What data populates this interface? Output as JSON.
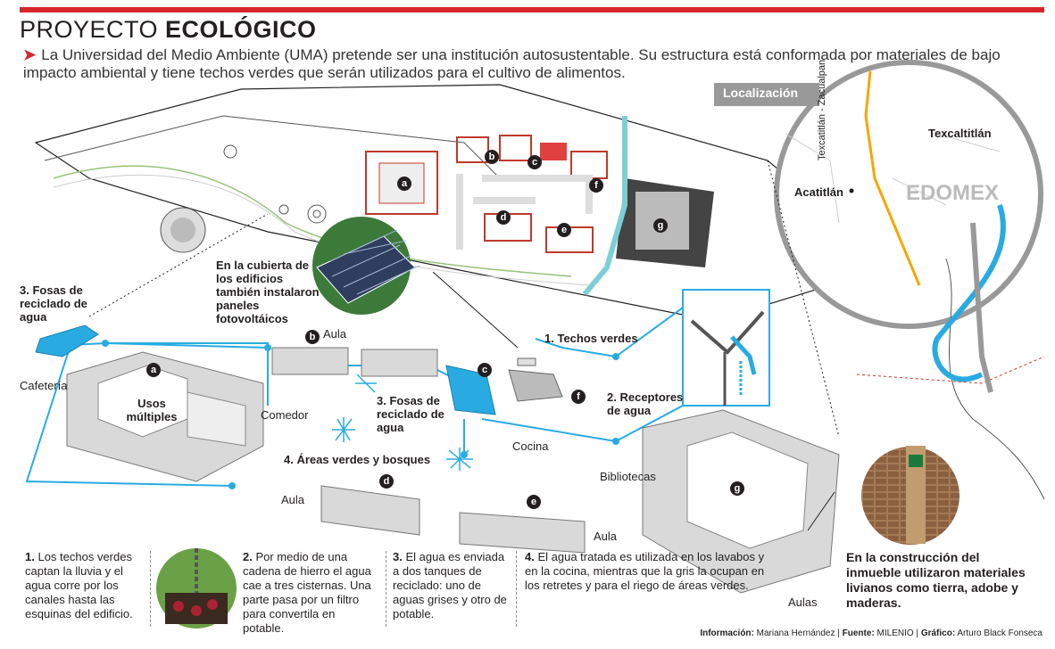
{
  "header": {
    "title_light": "PROYECTO ",
    "title_bold": "ECOLÓGICO",
    "intro": "La Universidad del Medio Ambiente (UMA) pretende ser una institución autosustentable. Su estructura está conformada por materiales  de bajo impacto ambiental y tiene techos verdes que serán utilizados para el cultivo de alimentos."
  },
  "map": {
    "title": "Localización",
    "road": "Texcatitlán - Zacualpan",
    "town1": "Texcaltitlán",
    "town2": "Acatitlán",
    "state": "EDOMEX"
  },
  "plan_markers": [
    "a",
    "b",
    "c",
    "d",
    "e",
    "f",
    "g"
  ],
  "labels": {
    "fosas_left_num": "3.",
    "fosas_left": "Fosas de reciclado de agua",
    "solar": "En la cubierta de los edificios también instalaron paneles fotovoltáicos",
    "techos_num": "1.",
    "techos": "Techos verdes",
    "receptores_num": "2.",
    "receptores": "Receptores de agua",
    "fosas_center_num": "3.",
    "fosas_center": "Fosas de reciclado de agua",
    "areas_num": "4.",
    "areas": "Áreas verdes y bosques",
    "cafeteria": "Cafetería",
    "usos": "Usos múltiples",
    "comedor": "Comedor",
    "aula_b": "Aula",
    "aula_d": "Aula",
    "aula_e": "Aula",
    "cocina": "Cocina",
    "bibliotecas": "Bibliotecas",
    "aulas": "Aulas",
    "materials": "En la construcción del inmueble utilizaron materiales livianos como tierra, adobe y maderas."
  },
  "steps": [
    {
      "num": "1.",
      "text": "Los techos verdes captan la lluvia y el agua corre por los canales hasta las esquinas del edificio."
    },
    {
      "num": "2.",
      "text": "Por medio de una cadena de hierro el agua cae a tres cisternas. Una parte pasa por un filtro para convertila en potable."
    },
    {
      "num": "3.",
      "text": "El agua es enviada a dos tanques de reciclado: uno de aguas grises y otro de potable."
    },
    {
      "num": "4.",
      "text": "El agua tratada es utilizada en los lavabos y en la cocina, mientras que la gris la ocupan en los retretes y para el riego de áreas verdes."
    }
  ],
  "credits": {
    "info_label": "Información:",
    "info": "Mariana Hernández",
    "source_label": "Fuente:",
    "source": "MILENIO",
    "graphic_label": "Gráfico:",
    "graphic": "Arturo Black Fonseca"
  },
  "colors": {
    "accent": "#d7262b",
    "water": "#29abe2",
    "road": "#f7a600",
    "wall": "#9a9a9a"
  }
}
